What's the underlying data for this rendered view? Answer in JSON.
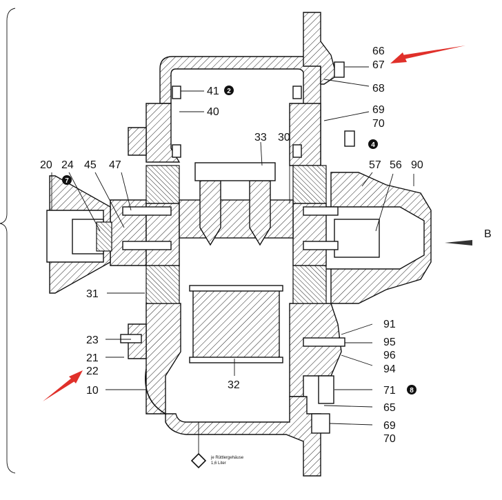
{
  "labels": {
    "p66": "66",
    "p67": "67",
    "p68": "68",
    "p41": "41",
    "p40": "40",
    "p69a": "69",
    "p70a": "70",
    "p33": "33",
    "p30": "30",
    "p20": "20",
    "p24": "24",
    "p45": "45",
    "p47": "47",
    "p57": "57",
    "p56": "56",
    "p90": "90",
    "pB": "B",
    "p31": "31",
    "p23": "23",
    "p21": "21",
    "p22": "22",
    "p10": "10",
    "p32": "32",
    "p91": "91",
    "p95": "95",
    "p96": "96",
    "p94": "94",
    "p71": "71",
    "p65": "65",
    "p69b": "69",
    "p70b": "70",
    "note1": "je Rüttlergehäuse",
    "note2": "1,6 Liter"
  },
  "badges": {
    "b2": "2",
    "b4": "4",
    "b7": "7",
    "b8": "8"
  },
  "colors": {
    "arrow": "#e0302a",
    "ink": "#111111"
  }
}
